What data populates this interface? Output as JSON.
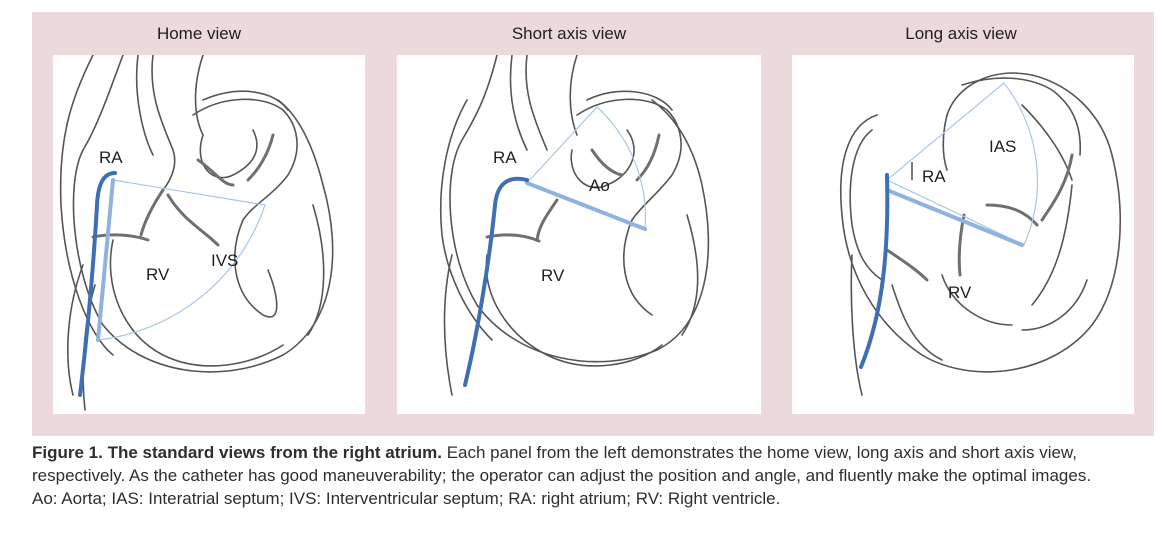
{
  "panels": [
    {
      "title": "Home view",
      "labels": {
        "ra": "RA",
        "rv": "RV",
        "ivs": "IVS"
      }
    },
    {
      "title": "Short axis view",
      "labels": {
        "ra": "RA",
        "ao": "Ao",
        "rv": "RV"
      }
    },
    {
      "title": "Long axis view",
      "labels": {
        "ra": "RA",
        "ias": "IAS",
        "rv": "RV"
      }
    }
  ],
  "caption": {
    "heading": "Figure 1. The standard views from the right atrium.",
    "body": "Each panel from the left demonstrates the home view, long axis and short axis view, respectively. As the catheter has good maneuverability; the operator can adjust the position and angle, and fluently make the optimal images.",
    "abbreviations": "Ao: Aorta; IAS: Interatrial septum; IVS: Interventricular septum; RA: right atrium; RV: Right ventricle."
  },
  "colors": {
    "frame": "#ecd9db",
    "catheter": "#3e6fb5",
    "beam": "#8fb3de",
    "sector": "#aac6e6",
    "outline": "#555555",
    "valve": "#707070"
  }
}
